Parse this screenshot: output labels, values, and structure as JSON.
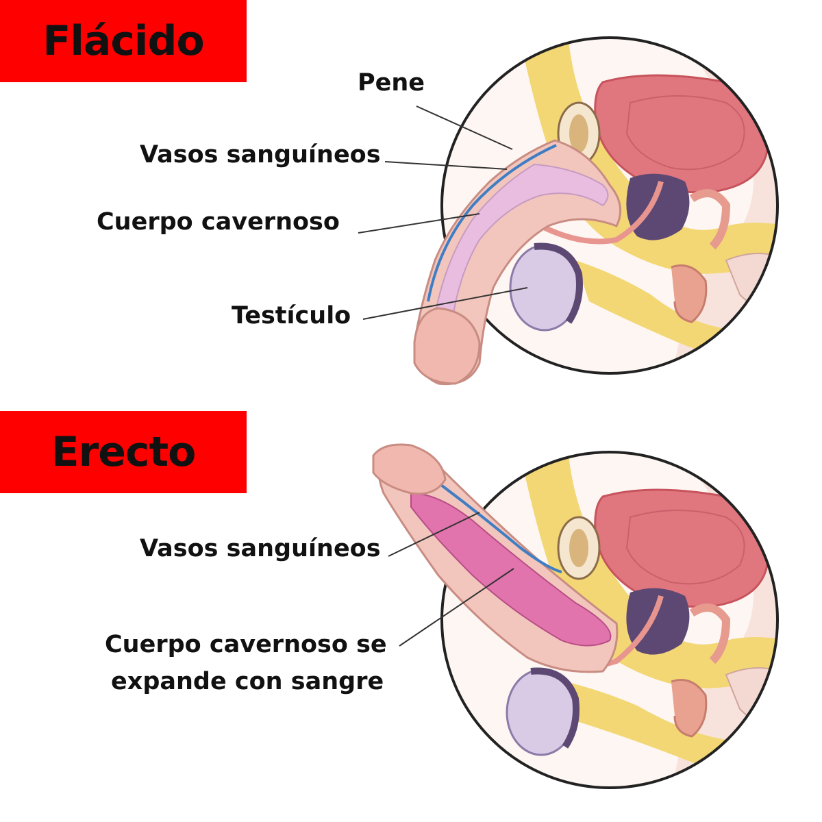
{
  "sections": {
    "flaccid": {
      "title": "Flácido",
      "labels": {
        "penis": "Pene",
        "vessels": "Vasos sanguíneos",
        "corpus": "Cuerpo cavernoso",
        "testicle": "Testículo"
      }
    },
    "erect": {
      "title": "Erecto",
      "labels": {
        "vessels": "Vasos sanguíneos",
        "corpus_line1": "Cuerpo cavernoso se",
        "corpus_line2": "expande con sangre"
      }
    }
  },
  "colors": {
    "banner": "#fe0000",
    "fat": "#f3d774",
    "bladder": "#e0767e",
    "prostate": "#5d4873",
    "testicle": "#d9cbe6",
    "corpus_flaccid": "#e9bde0",
    "corpus_erect": "#e173ad",
    "skin": "#f2c6bd",
    "vessel": "#3f7ec4"
  }
}
